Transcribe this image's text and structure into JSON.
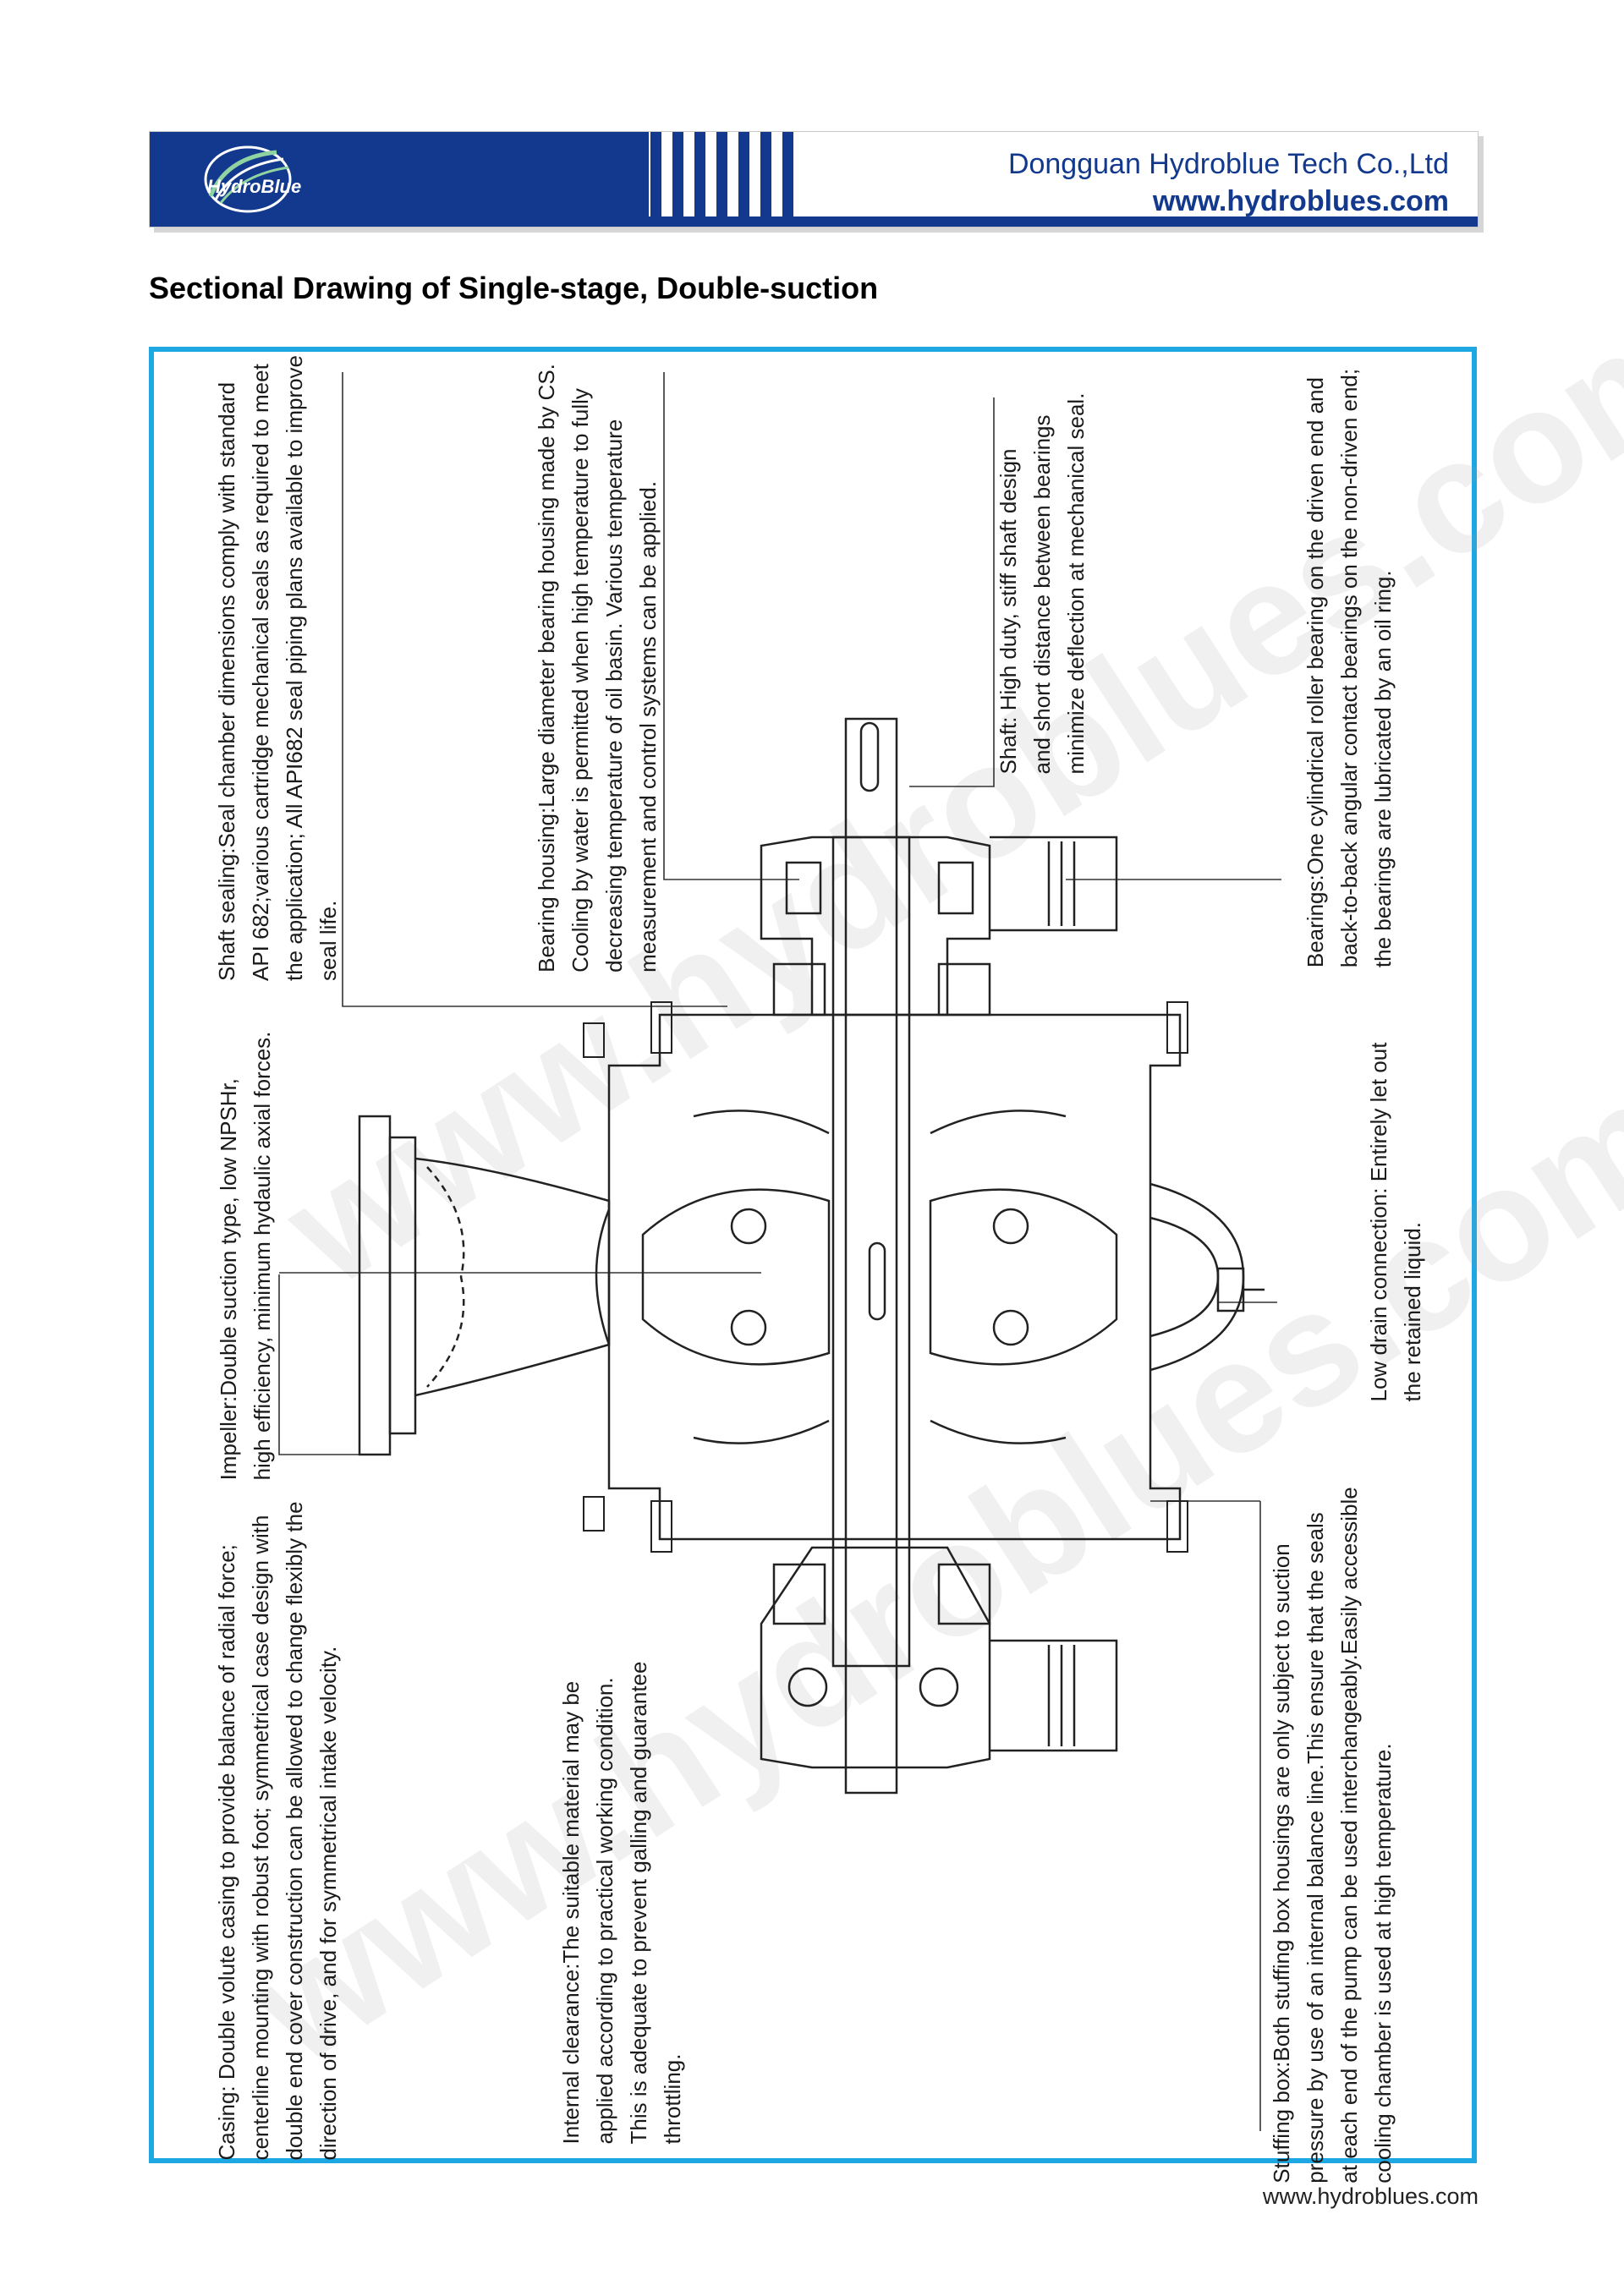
{
  "header": {
    "logo_text": "HydroBlue",
    "company_name": "Dongguan Hydroblue Tech Co.,Ltd",
    "company_url": "www.hydroblues.com"
  },
  "page_title": "Sectional Drawing of Single-stage, Double-suction",
  "watermark": "www.hydroblues.com",
  "footer_url": "www.hydroblues.com",
  "annotations": {
    "casing": [
      "Casing: Double  volute casing to provide balance of radial  force;",
      "centerline mounting with robust foot; symmetrical case design with",
      "double end cover construction can be allowed to change flexibly the",
      "direction of drive, and for symmetrical intake velocity."
    ],
    "internal_clearance": [
      "Internal clearance:The suitable material may be",
      "applied according to practical working condition.",
      "This is adequate to prevent galling and guarantee",
      "throttling."
    ],
    "stuffing_box": [
      "Stuffing box:Both stuffing box housings are only subject to suction",
      "pressure by use of an internal balance line.This ensure that the seals",
      "at each end of the pump can be used interchangeably.Easily accessible",
      "cooling chamber is used at high temperature."
    ],
    "impeller": [
      "Impeller:Double suction type, low NPSHr,",
      "high efficiency, minimum hydaulic axial forces."
    ],
    "low_drain": [
      "Low drain connection: Entirely let out",
      "the retained liquid."
    ],
    "shaft_sealing": [
      "Shaft sealing:Seal chamber dimensions comply with standard",
      "API 682;various cartridge mechanical seals as required to meet",
      "the application; All API682 seal piping plans available to improve",
      "seal life."
    ],
    "bearing_housing": [
      "Bearing housing:Large diameter bearing housing made by CS.",
      "Cooling by water is permitted when high temperature to fully",
      "decreasing  temperature of oil basin. Various temperature",
      "measurement and control systems can be applied."
    ],
    "shaft": [
      "Shaft: High duty, stiff shaft design",
      "and short distance between bearings",
      "minimize deflection at mechanical seal."
    ],
    "bearings": [
      "Bearings:One cylindrical roller bearing on the driven end and",
      "back-to-back angular contact bearings on the non-driven end;",
      "the bearings are lubricated by an oil ring."
    ]
  },
  "colors": {
    "brand_blue": "#12398d",
    "frame_cyan": "#1da8e4"
  }
}
